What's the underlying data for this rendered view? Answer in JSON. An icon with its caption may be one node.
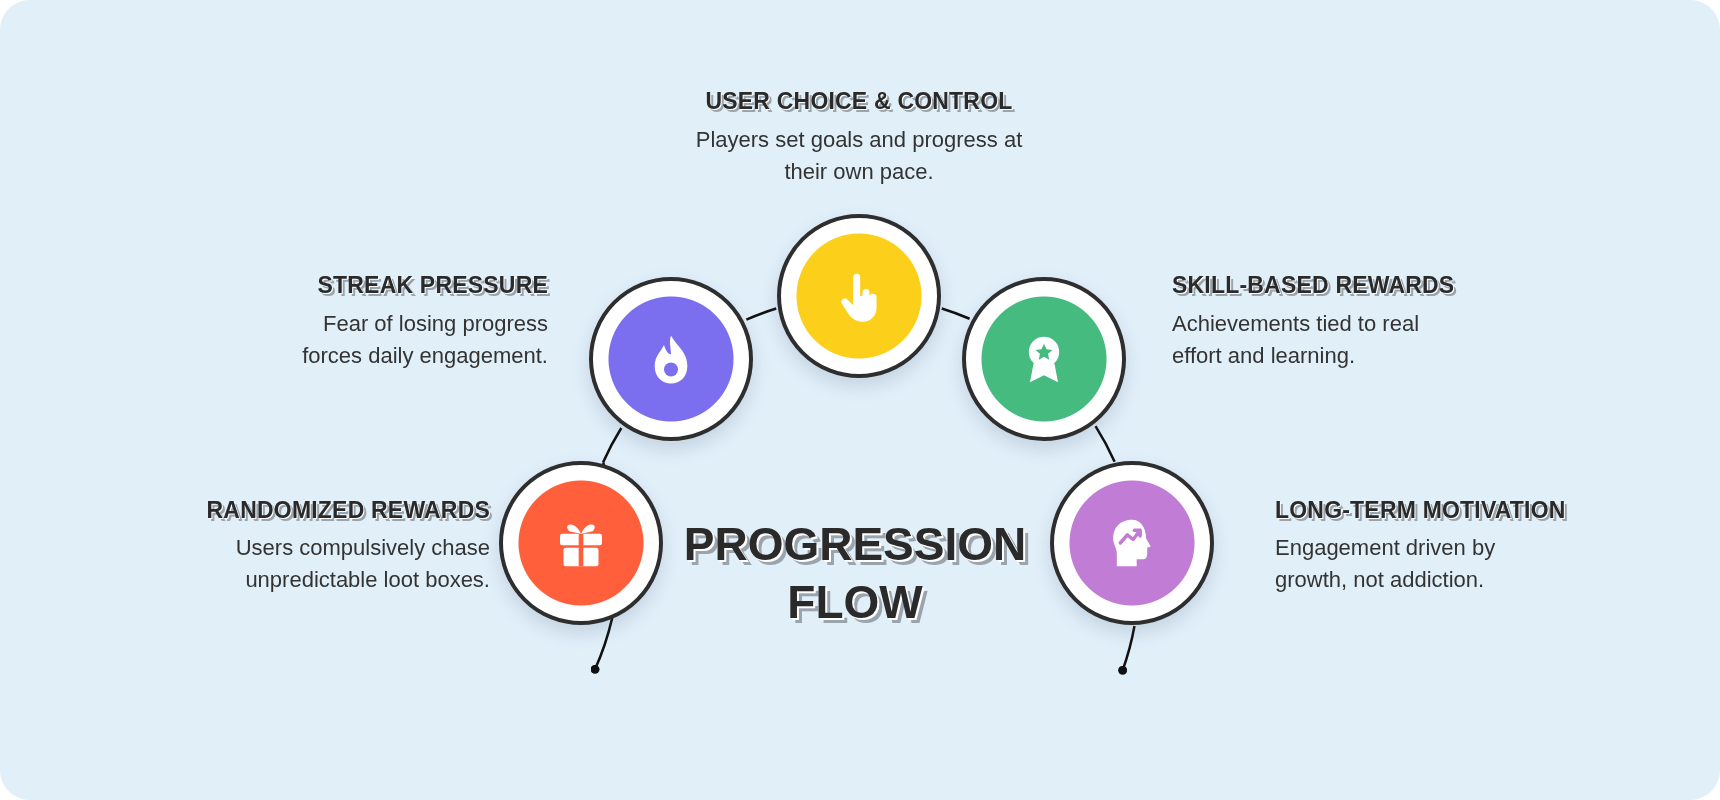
{
  "diagram": {
    "title": "PROGRESSION FLOW",
    "nodes": [
      {
        "text": [],
        "shape": "circle",
        "beside": [
          "RANDOMIZED REWARDS",
          "Users compulsively chase unpredictable loot boxes."
        ]
      },
      {
        "text": [],
        "shape": "circle",
        "beside": [
          "STREAK PRESSURE",
          "Fear of losing progress forces daily engagement."
        ]
      },
      {
        "text": [],
        "shape": "circle",
        "beside": [
          "USER CHOICE & CONTROL",
          "Players set goals and progress at their own pace."
        ]
      },
      {
        "text": [],
        "shape": "circle",
        "beside": [
          "SKILL-BASED REWARDS",
          "Achievements tied to real effort and learning."
        ]
      },
      {
        "text": [],
        "shape": "circle",
        "beside": [
          "LONG-TERM MOTIVATION",
          "Engagement driven by growth, not addiction."
        ]
      }
    ],
    "edges": [
      {
        "from": 0,
        "to": 1,
        "arrow": "none"
      },
      {
        "from": 1,
        "to": 2,
        "arrow": "none"
      },
      {
        "from": 2,
        "to": 3,
        "arrow": "none"
      },
      {
        "from": 3,
        "to": 4,
        "arrow": "none"
      },
      {
        "from": 0,
        "to": null,
        "arrow": "other"
      },
      {
        "from": 4,
        "to": null,
        "arrow": "other"
      }
    ]
  }
}
